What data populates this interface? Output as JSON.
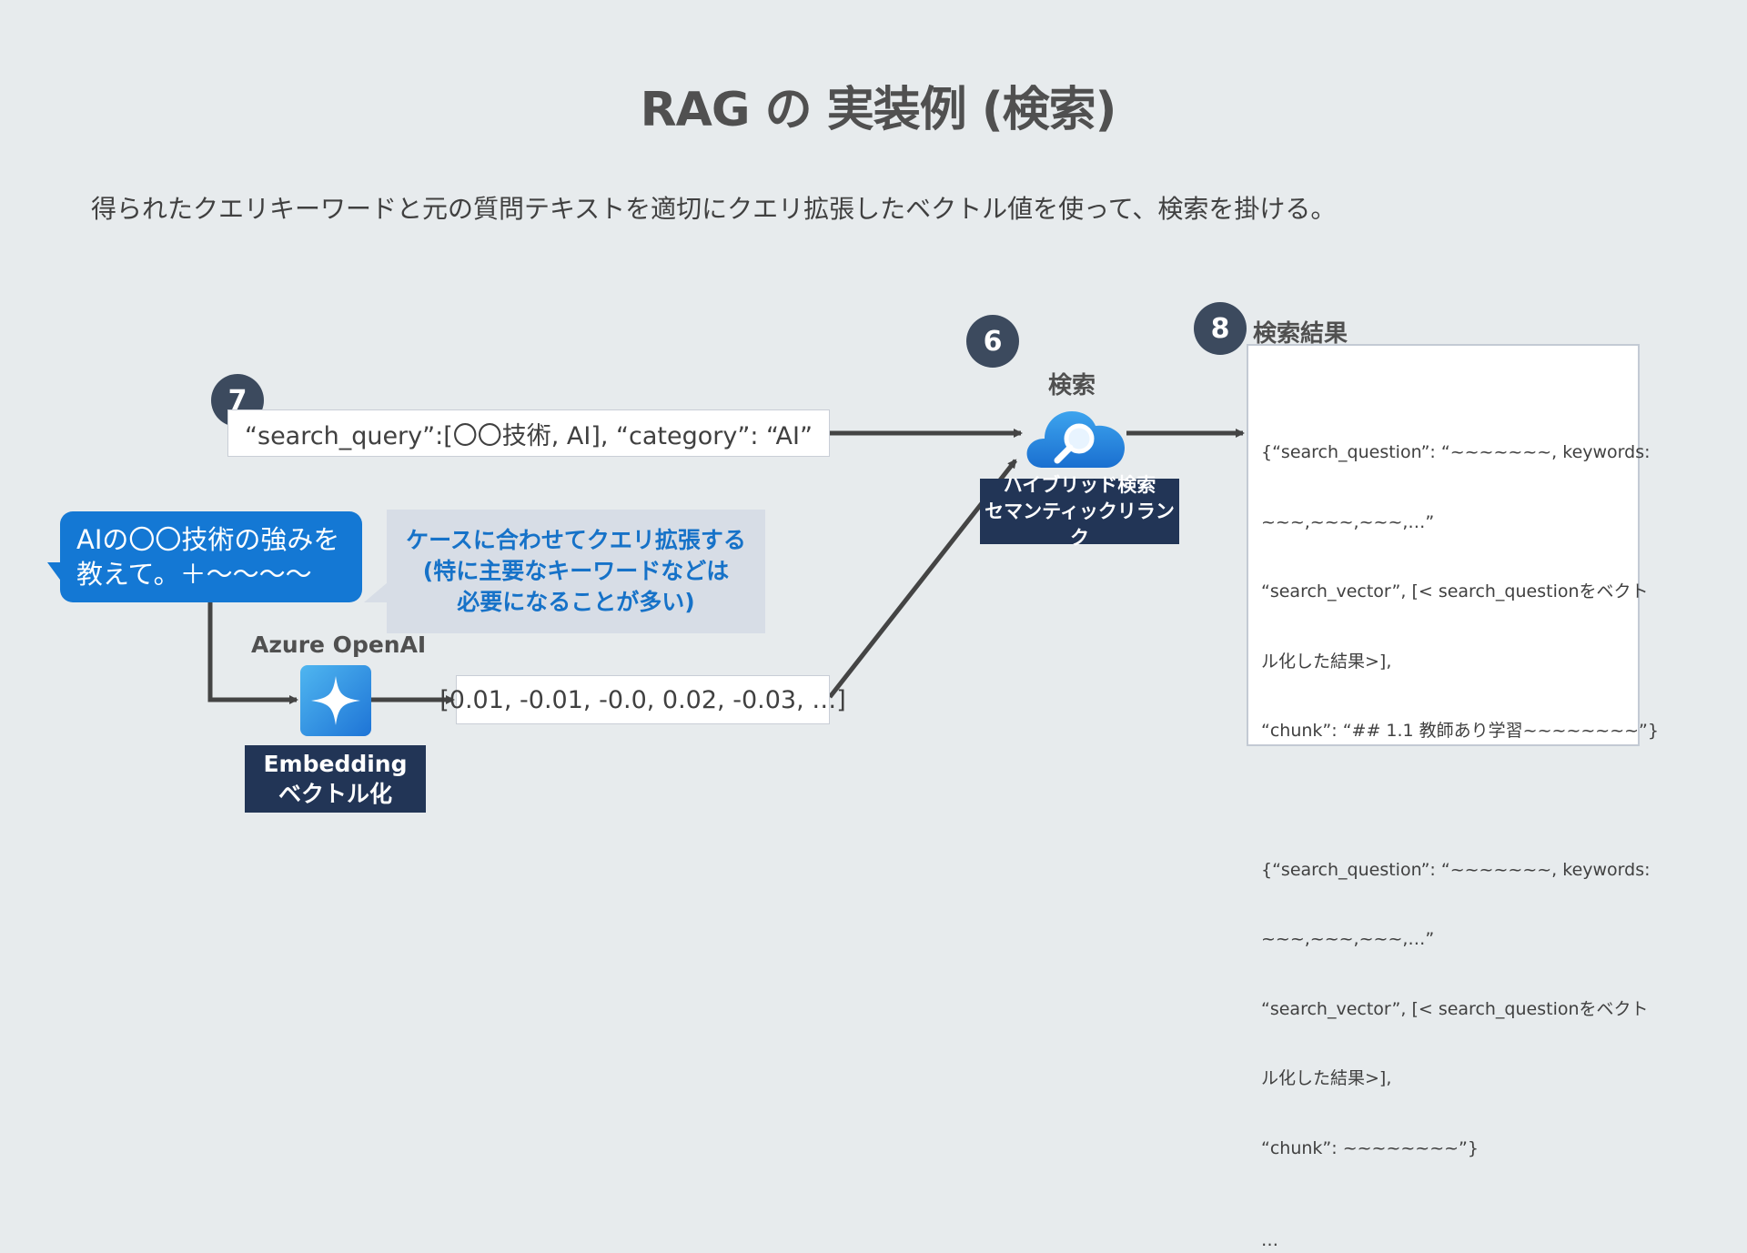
{
  "title": "RAG の 実装例 (検索)",
  "subtitle": "得られたクエリキーワードと元の質問テキストを適切にクエリ拡張したベクトル値を使って、検索を掛ける。",
  "steps": {
    "step6": "6",
    "step7": "7",
    "step8": "8"
  },
  "query_box": "“search_query”:[〇〇技術, AI], “category”: “AI”",
  "user_bubble": {
    "line1": "AIの〇〇技術の強みを",
    "line2": "教えて。＋〜〜〜〜"
  },
  "callout": {
    "line1": "ケースに合わせてクエリ拡張する",
    "line2": "(特に主要なキーワードなどは",
    "line3": "必要になることが多い)"
  },
  "azure_openai_label": "Azure OpenAI",
  "embedding": {
    "line1": "Embedding",
    "line2": "ベクトル化"
  },
  "vector_box": "[0.01, -0.01, -0.0, 0.02, -0.03, …]",
  "search": {
    "label": "検索",
    "box_line1": "ハイブリッド検索",
    "box_line2": "セマンティックリランク"
  },
  "results": {
    "title": "検索結果",
    "entry1": [
      "{“search_question”: “~~~~~~~, keywords:",
      "~~~,~~~,~~~,…”",
      "“search_vector”, [< search_questionをベクト",
      "ル化した結果>],",
      "“chunk”: “## 1.1 教師あり学習~~~~~~~~”}"
    ],
    "entry2": [
      "{“search_question”: “~~~~~~~, keywords:",
      "~~~,~~~,~~~,…”",
      "“search_vector”, [< search_questionをベクト",
      "ル化した結果>],",
      "“chunk”: ~~~~~~~~”}"
    ],
    "ellipsis": "…"
  },
  "colors": {
    "background": "#e7ebed",
    "badge": "#3c4a5e",
    "dark_box": "#223556",
    "bubble": "#1478d4",
    "callout_text": "#1672c8",
    "callout_bg": "#d7dde6",
    "arrow": "#444444"
  },
  "icons": [
    "cloud-search-icon",
    "azure-openai-icon"
  ]
}
